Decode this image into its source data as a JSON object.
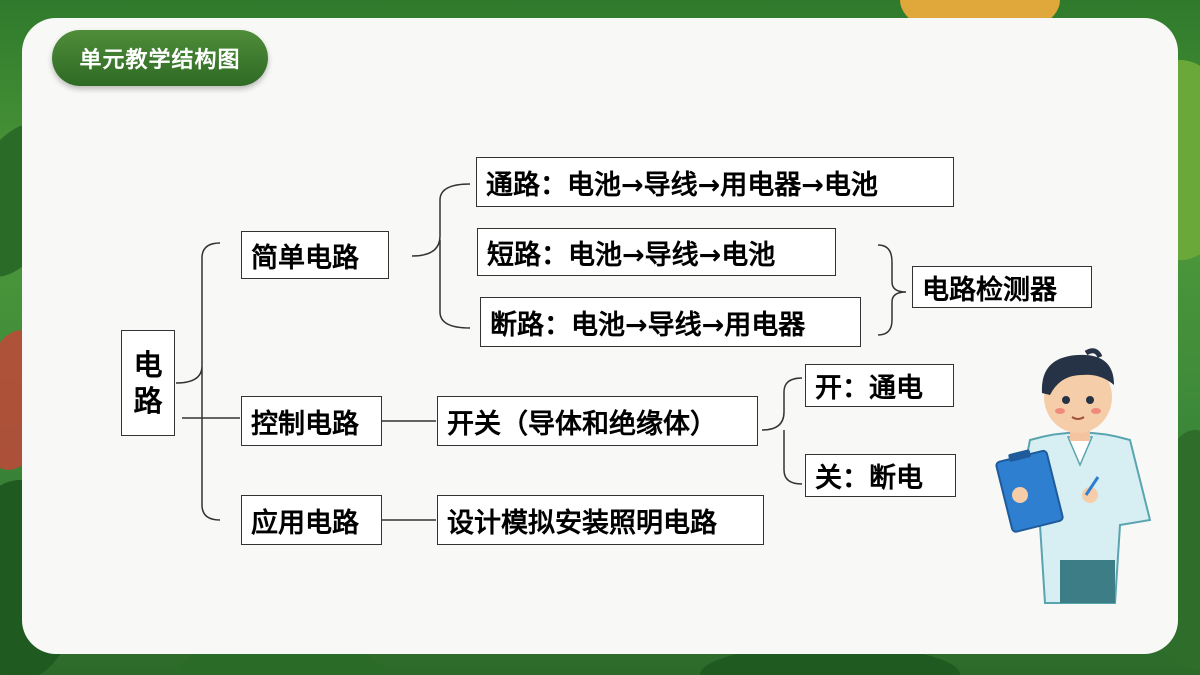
{
  "title": "单元教学结构图",
  "diagram": {
    "root": "电路",
    "branches": [
      {
        "label": "简单电路",
        "children": [
          "通路：电池→导线→用电器→电池",
          "短路：电池→导线→电池",
          "断路：电池→导线→用电器"
        ],
        "note": "电路检测器"
      },
      {
        "label": "控制电路",
        "child": "开关（导体和绝缘体）",
        "states": [
          "开：通电",
          "关：断电"
        ]
      },
      {
        "label": "应用电路",
        "child": "设计模拟安装照明电路"
      }
    ]
  },
  "colors": {
    "title_pill": "#3d7a2e",
    "card": "#f8f9f6",
    "box_border": "#333333",
    "jungle": "#3d8a3a"
  },
  "illustration": "teacher-with-clipboard"
}
